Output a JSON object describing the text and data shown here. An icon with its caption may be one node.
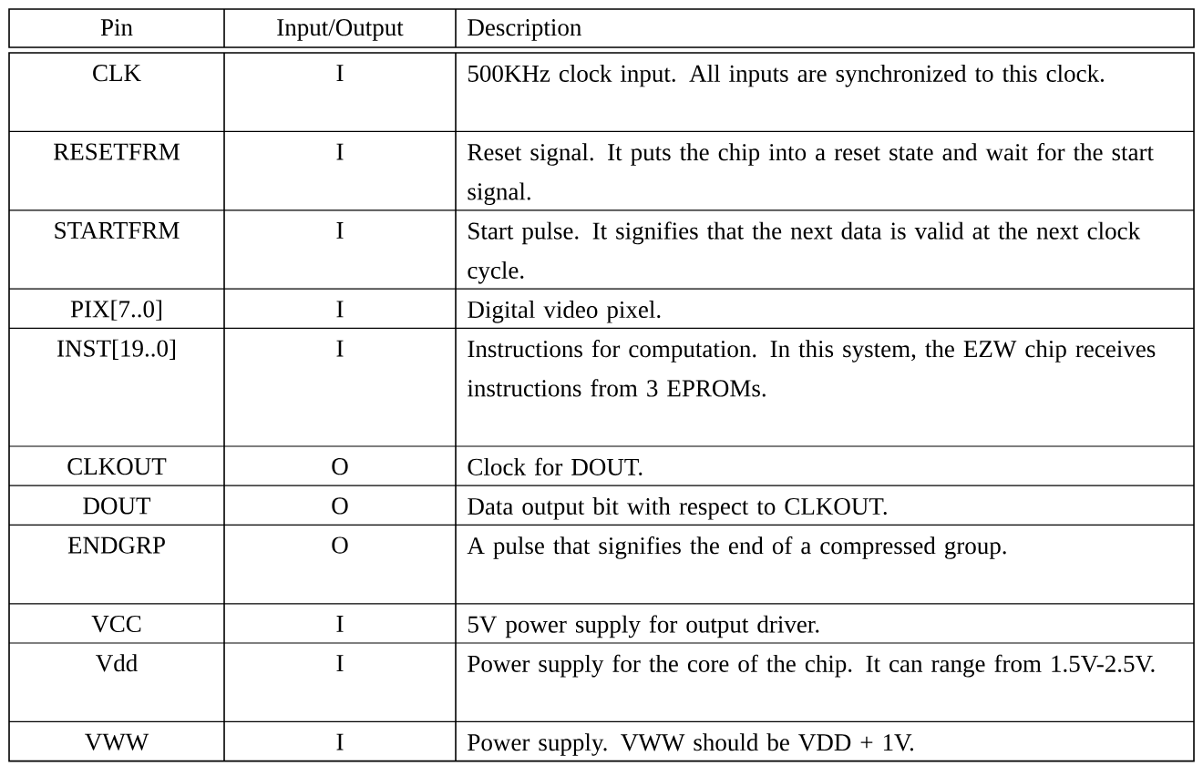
{
  "diagram": {
    "labels": [
      "Pin",
      "Input/Output",
      "Description",
      "CLK",
      "I",
      "500KHz clock input. All inputs are synchronized to this clock.",
      "RESETFRM",
      "I",
      "Reset signal. It puts the chip into a reset state and wait for the start signal.",
      "STARTFRM",
      "I",
      "Start pulse. It signifies that the next data is valid at the next clock cycle.",
      "PIX[7..0]",
      "I",
      "Digital video pixel.",
      "INST[19..0]",
      "I",
      "Instructions for computation. In this system, the EZW chip receives instructions from 3 EPROMs.",
      "CLKOUT",
      "O",
      "Clock for DOUT.",
      "DOUT",
      "O",
      "Data output bit with respect to CLKOUT.",
      "ENDGRP",
      "O",
      "A pulse that signifies the end of a compressed group.",
      "VCC",
      "I",
      "5V power supply for output driver.",
      "Vdd",
      "I",
      "Power supply for the core of the chip. It can range from 1.5V-2.5V.",
      "VWW",
      "I",
      "Power supply. VWW should be VDD + 1V."
    ]
  }
}
